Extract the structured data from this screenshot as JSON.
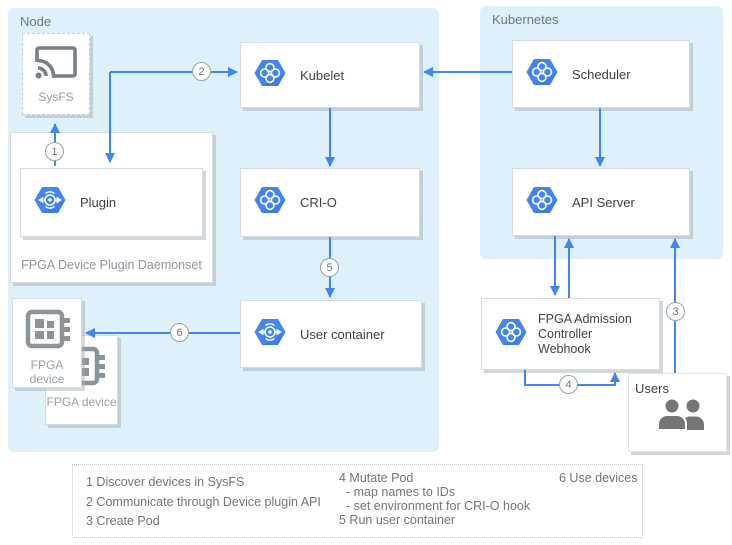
{
  "groups": {
    "node": "Node",
    "kubernetes": "Kubernetes"
  },
  "boxes": {
    "sysfs": {
      "label": "SysFS"
    },
    "daemonset": {
      "label": "FPGA Device Plugin Daemonset"
    },
    "plugin": {
      "label": "Plugin"
    },
    "kubelet": {
      "label": "Kubelet"
    },
    "crio": {
      "label": "CRI-O"
    },
    "user_container": {
      "label": "User container"
    },
    "fpga_device_front": {
      "label": "FPGA device"
    },
    "fpga_device_back": {
      "label": "FPGA device"
    },
    "scheduler": {
      "label": "Scheduler"
    },
    "api_server": {
      "label": "API Server"
    },
    "webhook": {
      "lines": [
        "FPGA Admission",
        "Controller",
        "Webhook"
      ]
    },
    "users": {
      "label": "Users"
    }
  },
  "badges": {
    "step1": "1",
    "step2": "2",
    "step3": "3",
    "step4": "4",
    "step5": "5",
    "step6": "6"
  },
  "legend": {
    "col1": [
      "1 Discover devices in SysFS",
      "2 Communicate through Device plugin API",
      "3 Create Pod"
    ],
    "col2": [
      "4 Mutate Pod",
      "- map names to IDs",
      "- set environment for CRI-O hook",
      "5 Run user container"
    ],
    "col3": [
      "6 Use devices"
    ]
  },
  "colors": {
    "accent_blue": "#4285f4",
    "zone_blue": "#def0fa",
    "icon_gray": "#8d9499",
    "text_gray": "#757575"
  },
  "icons": {
    "hexagon_service": "kubernetes-hexagon-icon",
    "hexagon_router": "router-hexagon-icon",
    "sysfs": "cast-icon",
    "fpga": "chip-icon",
    "users": "users-icon"
  }
}
